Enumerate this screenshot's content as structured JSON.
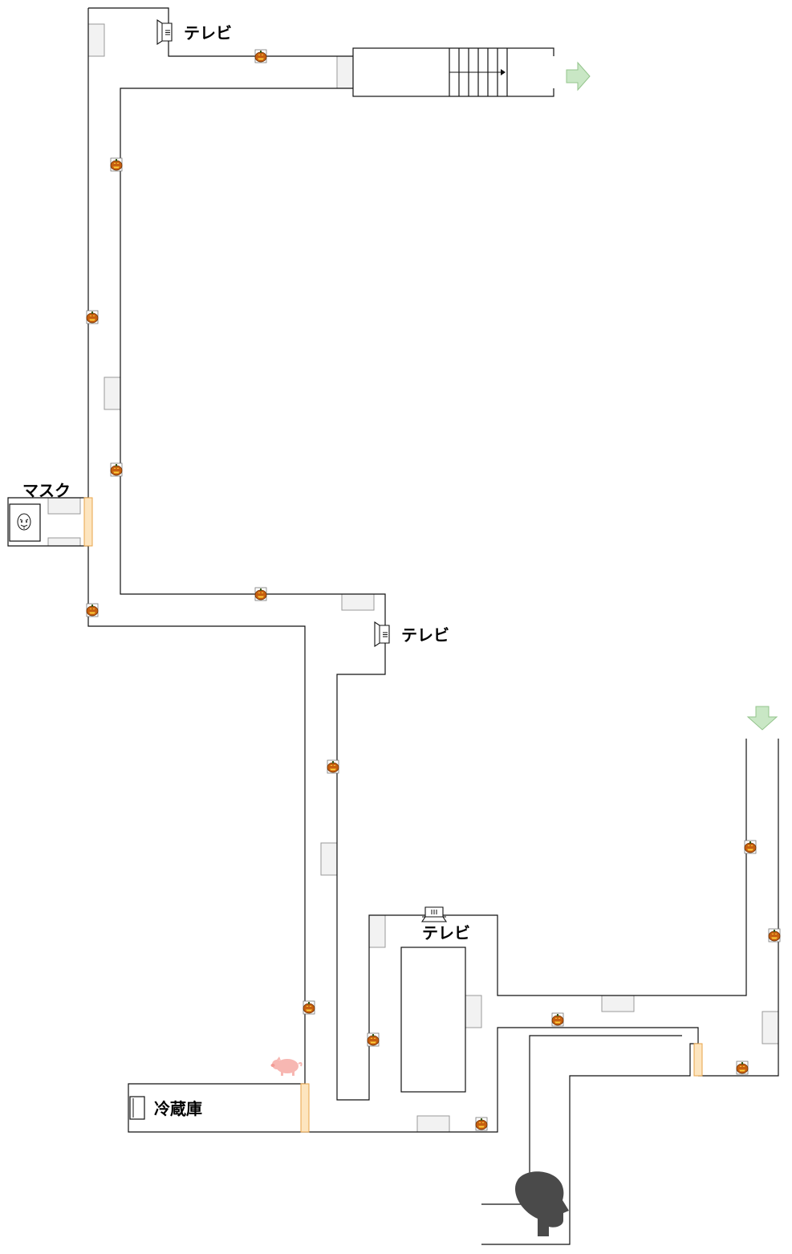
{
  "labels": {
    "tv_top": "テレビ",
    "tv_middle": "テレビ",
    "tv_bottom": "テレビ",
    "mask": "マスク",
    "fridge": "冷蔵庫"
  },
  "icons": {
    "pumpkin": "pumpkin-icon",
    "tv": "tv-icon",
    "mask": "mask-icon",
    "fridge": "fridge-icon",
    "pig": "pig-icon",
    "head": "head-icon",
    "arrow_right": "arrow-right-icon",
    "arrow_down": "arrow-down-icon"
  },
  "colors": {
    "wall": "#111111",
    "alcove": "#f2f2f2",
    "door": "#fde5bf",
    "door_border": "#e8a44a",
    "pumpkin": "#c65f10",
    "arrow": "#c9e7c5",
    "pig": "#f7b7b2",
    "head": "#4a4a4a"
  }
}
